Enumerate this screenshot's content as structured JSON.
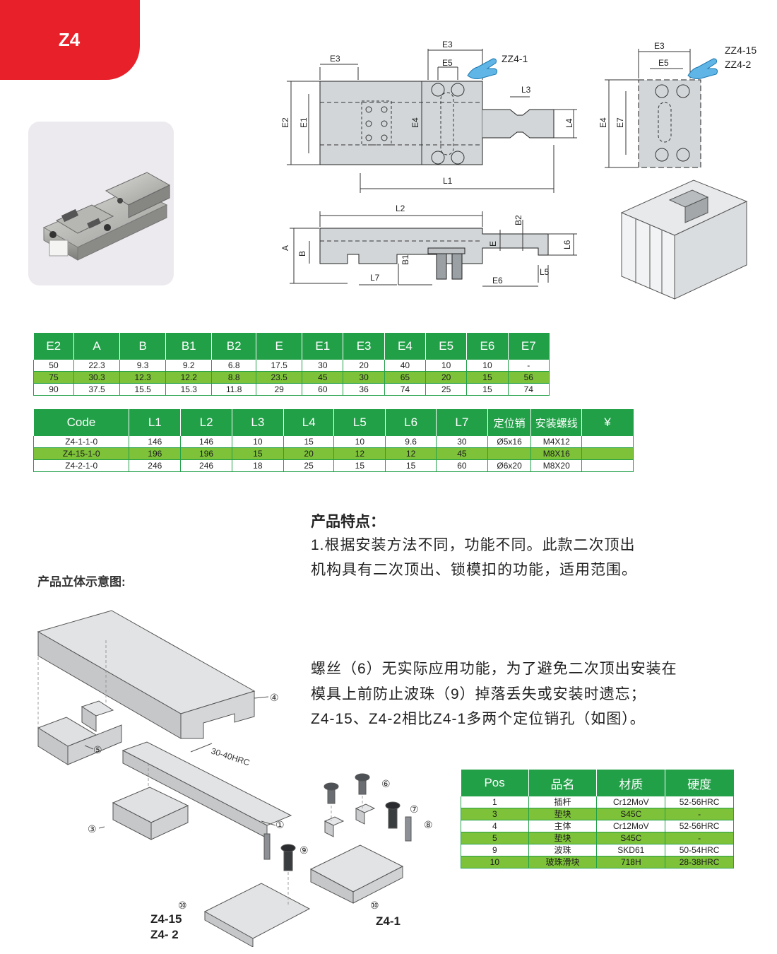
{
  "header": {
    "badge": "Z4"
  },
  "drawing": {
    "labels": {
      "E3": "E3",
      "E5": "E5",
      "E2": "E2",
      "E1": "E1",
      "E4": "E4",
      "E7": "E7",
      "L1": "L1",
      "L2": "L2",
      "L3": "L3",
      "L4": "L4",
      "L5": "L5",
      "L6": "L6",
      "L7": "L7",
      "A": "A",
      "B": "B",
      "B1": "B1",
      "B2": "B2",
      "E": "E",
      "E6": "E6"
    },
    "callout_main": "ZZ4-1",
    "callout_side_1": "ZZ4-15",
    "callout_side_2": "ZZ4-2"
  },
  "table_dims": {
    "headers": [
      "E2",
      "A",
      "B",
      "B1",
      "B2",
      "E",
      "E1",
      "E3",
      "E4",
      "E5",
      "E6",
      "E7"
    ],
    "rows": [
      [
        "50",
        "22.3",
        "9.3",
        "9.2",
        "6.8",
        "17.5",
        "30",
        "20",
        "40",
        "10",
        "10",
        "-"
      ],
      [
        "75",
        "30.3",
        "12.3",
        "12.2",
        "8.8",
        "23.5",
        "45",
        "30",
        "65",
        "20",
        "15",
        "56"
      ],
      [
        "90",
        "37.5",
        "15.5",
        "15.3",
        "11.8",
        "29",
        "60",
        "36",
        "74",
        "25",
        "15",
        "74"
      ]
    ]
  },
  "table_codes": {
    "headers": [
      "Code",
      "L1",
      "L2",
      "L3",
      "L4",
      "L5",
      "L6",
      "L7",
      "定位销",
      "安装螺线",
      "¥"
    ],
    "rows": [
      [
        "Z4-1-1-0",
        "146",
        "146",
        "10",
        "15",
        "10",
        "9.6",
        "30",
        "Ø5x16",
        "M4X12",
        ""
      ],
      [
        "Z4-15-1-0",
        "196",
        "196",
        "15",
        "20",
        "12",
        "12",
        "45",
        "",
        "M8X16",
        ""
      ],
      [
        "Z4-2-1-0",
        "246",
        "246",
        "18",
        "25",
        "15",
        "15",
        "60",
        "Ø6x20",
        "M8X20",
        ""
      ]
    ]
  },
  "features": {
    "title": "产品特点：",
    "p1_line1": "1.根据安装方法不同，功能不同。此款二次顶出",
    "p1_line2": "机构具有二次顶出、锁模扣的功能，适用范围。",
    "p2_line1": "螺丝（6）无实际应用功能，为了避免二次顶出安装在",
    "p2_line2": "模具上前防止波珠（9）掉落丢失或安装时遗忘；",
    "p2_line3": "Z4-15、Z4-2相比Z4-1多两个定位销孔（如图）。"
  },
  "diagram": {
    "title": "产品立体示意图:",
    "hardness_note": "30-40HRC",
    "callouts": [
      "④",
      "⑤",
      "①",
      "③",
      "⑥",
      "⑦",
      "⑧",
      "⑨",
      "⑩",
      "⑩"
    ],
    "caption_left_1": "Z4-15",
    "caption_left_2": "Z4- 2",
    "caption_right": "Z4-1"
  },
  "table_parts": {
    "headers": [
      "Pos",
      "品名",
      "材质",
      "硬度"
    ],
    "rows": [
      [
        "1",
        "插杆",
        "Cr12MoV",
        "52-56HRC"
      ],
      [
        "3",
        "垫块",
        "S45C",
        "-"
      ],
      [
        "4",
        "主体",
        "Cr12MoV",
        "52-56HRC"
      ],
      [
        "5",
        "垫块",
        "S45C",
        "-"
      ],
      [
        "9",
        "波珠",
        "SKD61",
        "50-54HRC"
      ],
      [
        "10",
        "玻珠滑块",
        "718H",
        "28-38HRC"
      ]
    ]
  },
  "colors": {
    "brand_red": "#e8202a",
    "table_green": "#22a048",
    "row_highlight": "#7ec23a"
  }
}
